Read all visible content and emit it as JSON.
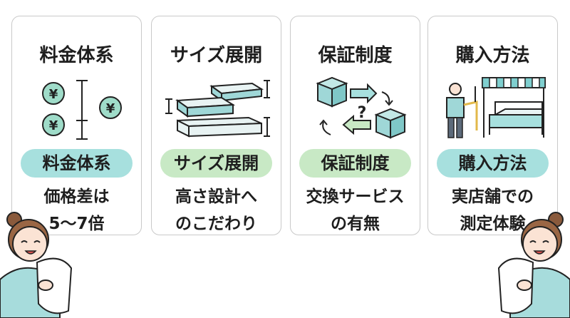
{
  "cards": [
    {
      "title": "料金体系",
      "pill": "料金体系",
      "desc": [
        "価格差は",
        "5〜7倍"
      ],
      "illus_icon": "yen-coins-icon"
    },
    {
      "title": "サイズ展開",
      "pill": "サイズ展開",
      "desc": [
        "高さ設計へ",
        "のこだわり"
      ],
      "illus_icon": "mattress-stack-icon"
    },
    {
      "title": "保証制度",
      "pill": "保証制度",
      "desc": [
        "交換サービス",
        "の有無"
      ],
      "illus_icon": "box-exchange-icon"
    },
    {
      "title": "購入方法",
      "pill": "購入方法",
      "desc": [
        "実店舗での",
        "測定体験"
      ],
      "illus_icon": "store-bed-measure-icon"
    }
  ],
  "coin_symbol": "¥",
  "question_mark": "?",
  "colors": {
    "teal": "#a7e0de",
    "green": "#c8e9c5",
    "border": "#c9c9c9",
    "text": "#1e1e1e",
    "accent_teal": "#7fcfcf"
  }
}
